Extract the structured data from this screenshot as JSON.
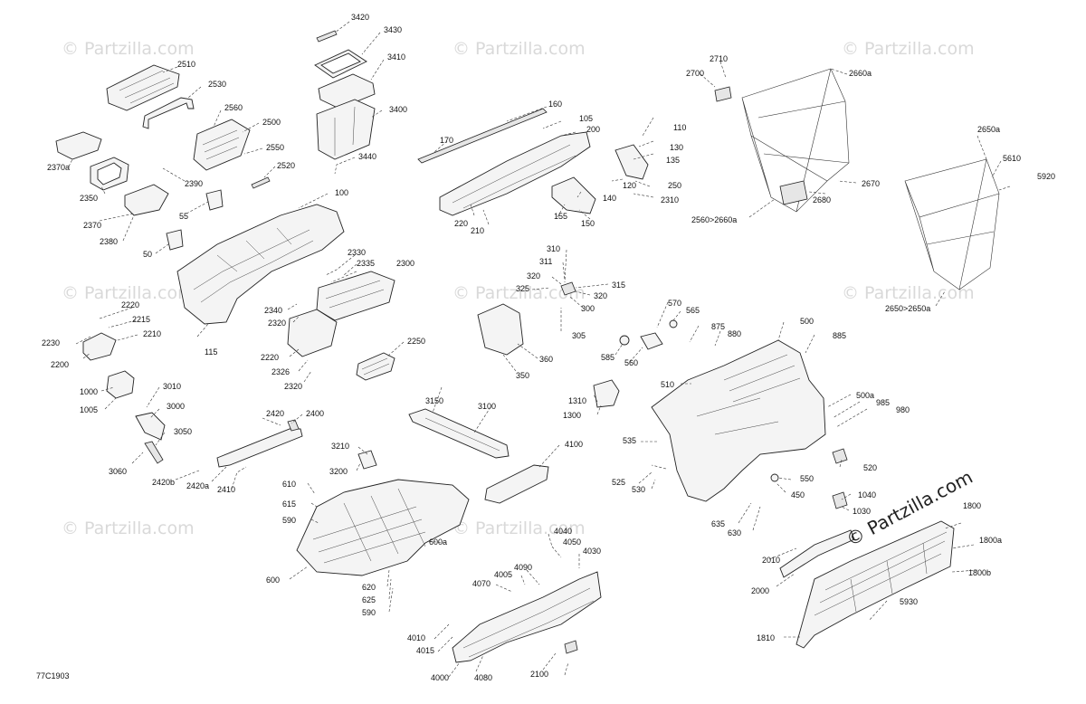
{
  "diagram_ref": "77C1903",
  "brand_text": "© Partzilla.com",
  "watermark_text": "© Partzilla.com",
  "callouts": {
    "c3420": "3420",
    "c3430": "3430",
    "c3410": "3410",
    "c3400": "3400",
    "c3440": "3440",
    "c2510": "2510",
    "c2530": "2530",
    "c2560": "2560",
    "c2500": "2500",
    "c2550": "2550",
    "c2520": "2520",
    "c2390": "2390",
    "c2370a": "2370a",
    "c2350": "2350",
    "c2370": "2370",
    "c2380": "2380",
    "c55": "55",
    "c50": "50",
    "c100": "100",
    "c2330": "2330",
    "c2335": "2335",
    "c2300": "2300",
    "c2340": "2340",
    "c2320a": "2320",
    "c2220a": "2220",
    "c2215": "2215",
    "c2210": "2210",
    "c2230": "2230",
    "c2200": "2200",
    "c115": "115",
    "c2220b": "2220",
    "c2326": "2326",
    "c2320b": "2320",
    "c2250": "2250",
    "c1000": "1000",
    "c1005": "1005",
    "c3010": "3010",
    "c3000": "3000",
    "c3050": "3050",
    "c3060": "3060",
    "c2420": "2420",
    "c2400": "2400",
    "c2420b": "2420b",
    "c2420a": "2420a",
    "c2410": "2410",
    "c160": "160",
    "c170": "170",
    "c105": "105",
    "c200": "200",
    "c110": "110",
    "c130": "130",
    "c135": "135",
    "c120": "120",
    "c140": "140",
    "c250": "250",
    "c2310": "2310",
    "c155": "155",
    "c150": "150",
    "c220": "220",
    "c210": "210",
    "c2710": "2710",
    "c2700": "2700",
    "c2660a": "2660a",
    "c2650a": "2650a",
    "c5610": "5610",
    "c5920": "5920",
    "c2670": "2670",
    "c2680": "2680",
    "c2560to2660a": "2560>2660a",
    "c2650to2650a": "2650>2650a",
    "c310": "310",
    "c311": "311",
    "c320a": "320",
    "c325": "325",
    "c315": "315",
    "c320b": "320",
    "c300": "300",
    "c305": "305",
    "c350": "350",
    "c360": "360",
    "c570": "570",
    "c565": "565",
    "c875": "875",
    "c880": "880",
    "c500": "500",
    "c885": "885",
    "c585": "585",
    "c560": "560",
    "c510": "510",
    "c3150": "3150",
    "c3100": "3100",
    "c1310": "1310",
    "c1300": "1300",
    "c500a": "500a",
    "c985": "985",
    "c980": "980",
    "c3210": "3210",
    "c3200": "3200",
    "c4100": "4100",
    "c535": "535",
    "c520": "520",
    "c525": "525",
    "c530": "530",
    "c550": "550",
    "c450": "450",
    "c1040": "1040",
    "c1030": "1030",
    "c610": "610",
    "c615": "615",
    "c590a": "590",
    "c600": "600",
    "c600a": "600a",
    "c620": "620",
    "c625": "625",
    "c590b": "590",
    "c635": "635",
    "c630": "630",
    "c1800": "1800",
    "c1800a": "1800a",
    "c1800b": "1800b",
    "c2010": "2010",
    "c2000": "2000",
    "c5930": "5930",
    "c1810": "1810",
    "c4040": "4040",
    "c4050": "4050",
    "c4030": "4030",
    "c4005": "4005",
    "c4090": "4090",
    "c4070": "4070",
    "c4010": "4010",
    "c4015": "4015",
    "c4000": "4000",
    "c4080": "4080",
    "c2100": "2100"
  }
}
